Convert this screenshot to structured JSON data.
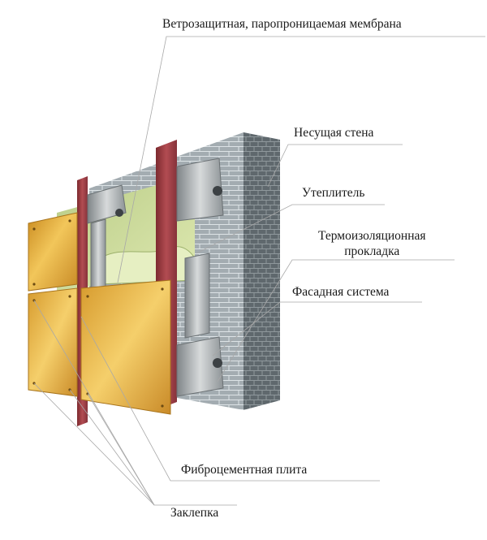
{
  "labels": {
    "membrane": "Ветрозащитная, паропроницаемая мембрана",
    "wall": "Несущая стена",
    "insulation": "Утеплитель",
    "thermal_pad_line1": "Термоизоляционная",
    "thermal_pad_line2": "прокладка",
    "facade_system": "Фасадная система",
    "fiber_cement": "Фиброцементная плита",
    "rivet": "Заклепка"
  },
  "colors": {
    "wall_front": "#8d969c",
    "wall_side": "#b9c1c5",
    "brick_line": "#dfe5e8",
    "insulation": "#a9c07a",
    "insulation_light": "#d7e4a6",
    "rail_red": "#9b3a3f",
    "bracket_metal": "#a8adb0",
    "panel_gold": "#d69a2d",
    "panel_light": "#f1c45a",
    "leader": "#9a9a9a"
  }
}
